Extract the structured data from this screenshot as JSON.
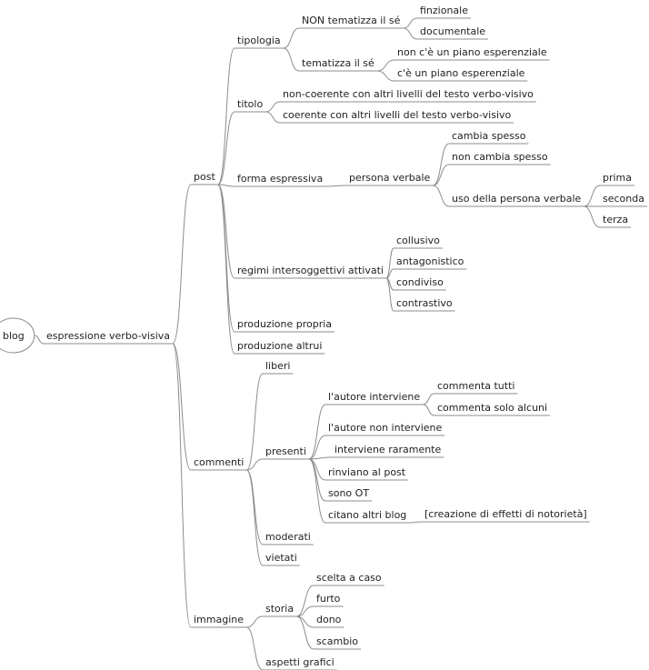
{
  "root": {
    "label": "blog",
    "children": [
      {
        "label": "espressione verbo-visiva",
        "children": [
          {
            "label": "post",
            "children": [
              {
                "label": "tipologia",
                "children": [
                  {
                    "label": "NON tematizza il sé",
                    "children": [
                      {
                        "label": "finzionale"
                      },
                      {
                        "label": "documentale"
                      }
                    ]
                  },
                  {
                    "label": "tematizza il  sé",
                    "children": [
                      {
                        "label": "non c'è un piano esperenziale"
                      },
                      {
                        "label": "c'è un piano esperenziale"
                      }
                    ]
                  }
                ]
              },
              {
                "label": "titolo",
                "children": [
                  {
                    "label": "non-coerente con altri livelli del testo verbo-visivo"
                  },
                  {
                    "label": "coerente con altri livelli del testo verbo-visivo"
                  }
                ]
              },
              {
                "label": "forma espressiva",
                "children": [
                  {
                    "label": "persona verbale",
                    "children": [
                      {
                        "label": "cambia spesso"
                      },
                      {
                        "label": "non cambia spesso"
                      },
                      {
                        "label": "uso della persona verbale",
                        "children": [
                          {
                            "label": "prima"
                          },
                          {
                            "label": "seconda"
                          },
                          {
                            "label": "terza"
                          }
                        ]
                      }
                    ]
                  }
                ]
              },
              {
                "label": "regimi intersoggettivi attivati",
                "children": [
                  {
                    "label": "collusivo"
                  },
                  {
                    "label": "antagonistico"
                  },
                  {
                    "label": "condiviso"
                  },
                  {
                    "label": "contrastivo"
                  }
                ]
              },
              {
                "label": "produzione propria"
              },
              {
                "label": "produzione altrui"
              }
            ]
          },
          {
            "label": "commenti",
            "children": [
              {
                "label": "liberi"
              },
              {
                "label": "presenti",
                "children": [
                  {
                    "label": "l'autore interviene",
                    "children": [
                      {
                        "label": "commenta tutti"
                      },
                      {
                        "label": "commenta solo alcuni"
                      }
                    ]
                  },
                  {
                    "label": "l'autore non interviene"
                  },
                  {
                    "label": "interviene raramente"
                  },
                  {
                    "label": "rinviano al post"
                  },
                  {
                    "label": "sono OT"
                  },
                  {
                    "label": "citano altri blog",
                    "children": [
                      {
                        "label": "[creazione di effetti di notorietà]"
                      }
                    ]
                  }
                ]
              },
              {
                "label": "moderati"
              },
              {
                "label": "vietati"
              }
            ]
          },
          {
            "label": "immagine",
            "children": [
              {
                "label": "storia",
                "children": [
                  {
                    "label": "scelta a caso"
                  },
                  {
                    "label": "furto"
                  },
                  {
                    "label": "dono"
                  },
                  {
                    "label": "scambio"
                  }
                ]
              },
              {
                "label": "aspetti grafici"
              }
            ]
          }
        ]
      }
    ]
  }
}
